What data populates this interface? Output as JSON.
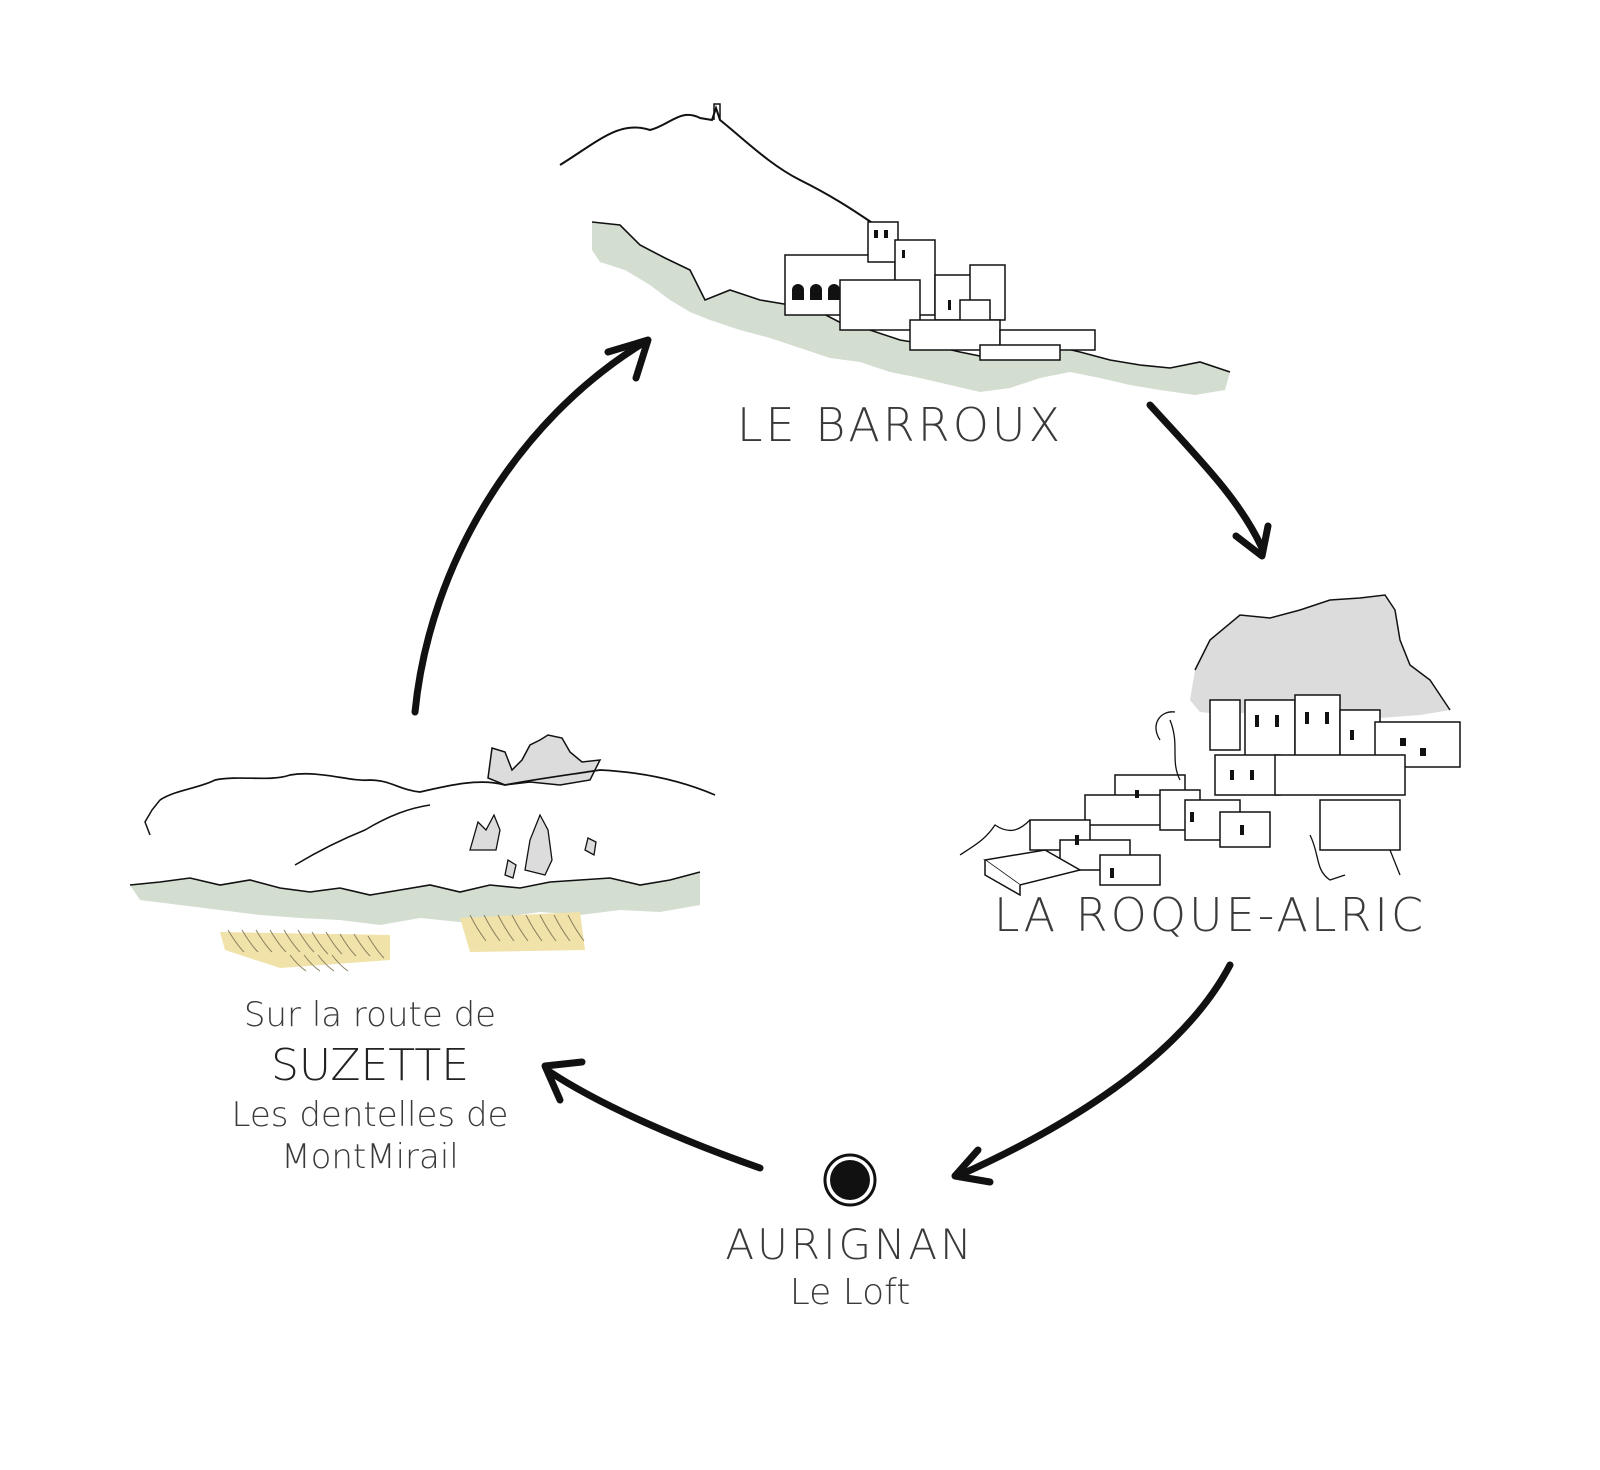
{
  "colors": {
    "ink": "#111111",
    "sage": "#d3ddd0",
    "rock": "#dcdcdc",
    "vines": "#f0e2a8"
  },
  "stops": {
    "barroux": {
      "label": "LE BARROUX"
    },
    "roque": {
      "label": "LA ROQUE-ALRIC"
    },
    "aurignan": {
      "label": "AURIGNAN",
      "sublabel": "Le Loft"
    },
    "suzette": {
      "line1": "Sur la route de",
      "line2": "SUZETTE",
      "line3": "Les dentelles de",
      "line4": "MontMirail"
    }
  }
}
